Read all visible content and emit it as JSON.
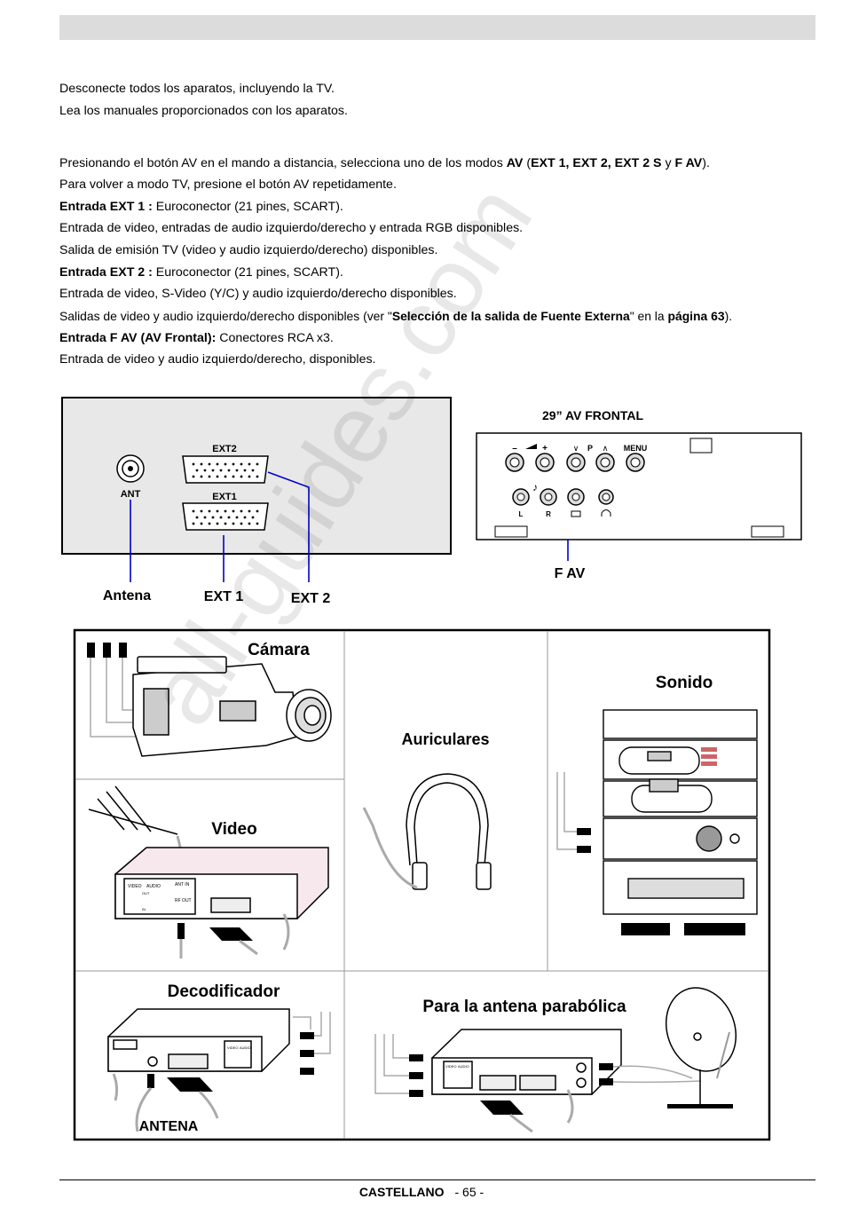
{
  "intro": {
    "line1": "Desconecte todos los aparatos, incluyendo la TV.",
    "line2": "Lea los manuales proporcionados con los aparatos."
  },
  "av": {
    "p1_a": "Presionando el botón AV en el mando a distancia, selecciona uno de los modos ",
    "p1_b": "AV",
    "p1_c": " (",
    "p1_d": "EXT 1, EXT 2, EXT 2 S",
    "p1_e": " y ",
    "p1_f": "F AV",
    "p1_g": ").",
    "p2": "Para volver a modo TV, presione el botón AV repetidamente.",
    "ext1_title": "Entrada EXT 1 :",
    "ext1_desc": " Euroconector (21 pines, SCART).",
    "ext1_l2": "Entrada de video, entradas de audio izquierdo/derecho y entrada RGB disponibles.",
    "ext1_l3": "Salida de emisión TV (video y audio izquierdo/derecho) disponibles.",
    "ext2_title": "Entrada EXT 2 :",
    "ext2_desc": " Euroconector (21 pines, SCART).",
    "ext2_l2": "Entrada de video, S-Video (Y/C) y audio izquierdo/derecho disponibles.",
    "ext2_l3_a": "Salidas de video y audio izquierdo/derecho disponibles (ver \"",
    "ext2_l3_b": "Selección de la salida de Fuente Externa",
    "ext2_l3_c": "\" en la ",
    "ext2_l3_d": "página 63",
    "ext2_l3_e": ").",
    "fav_title": "Entrada F AV (AV Frontal):",
    "fav_desc": " Conectores RCA x3.",
    "fav_l2": "Entrada de video y audio izquierdo/derecho, disponibles."
  },
  "rear_panel": {
    "ant": "ANT",
    "ext2": "EXT2",
    "ext1": "EXT1",
    "label_antena": "Antena",
    "label_ext1": "EXT 1",
    "label_ext2": "EXT 2"
  },
  "front_panel": {
    "title": "29”   AV FRONTAL",
    "minus": "–",
    "plus": "+",
    "down": "∨",
    "p": "P",
    "up": "∧",
    "menu": "MENU",
    "l": "L",
    "r": "R",
    "label_fav": "F AV"
  },
  "devices": {
    "camara": "Cámara",
    "auriculares": "Auriculares",
    "sonido": "Sonido",
    "video": "Video",
    "decodificador": "Decodificador",
    "antena_parabolica": "Para la antena parabólica",
    "antena": "ANTENA",
    "video_label": "VIDEO",
    "audio_label": "AUDIO",
    "out_label": "OUT",
    "in_label": "IN",
    "ant_in_label": "ANT IN",
    "rf_out_label": "RF OUT"
  },
  "footer": {
    "lang": "CASTELLANO",
    "page": "- 65 -"
  },
  "watermark": "all-guides.com"
}
